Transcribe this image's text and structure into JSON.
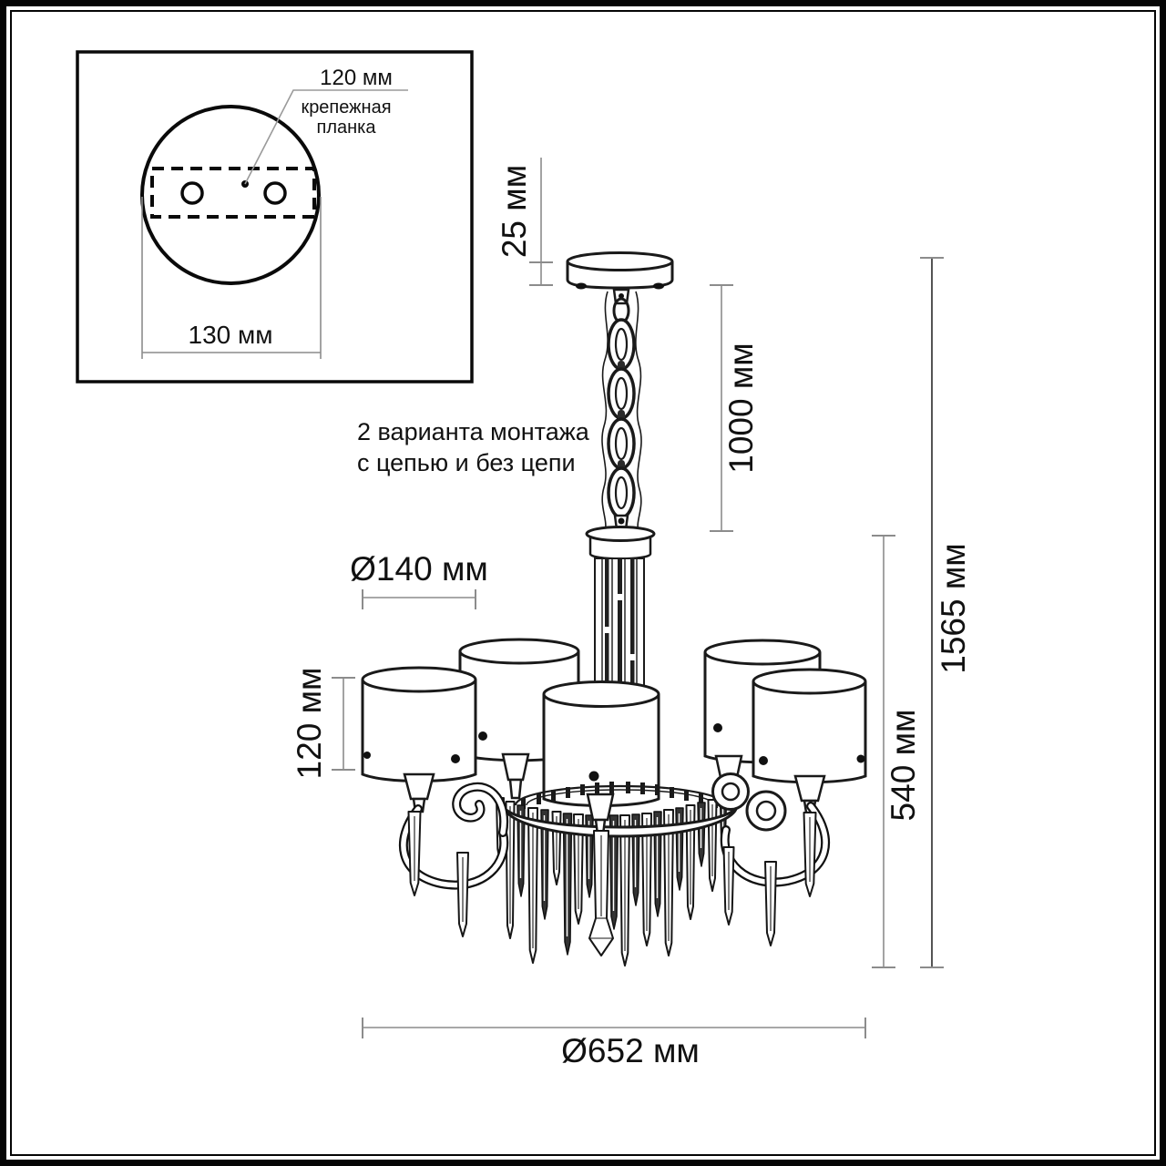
{
  "inset": {
    "hole_spacing_label": "120 мм",
    "plate_label_line1": "крепежная",
    "plate_label_line2": "планка",
    "plate_width_label": "130 мм"
  },
  "note": {
    "line1": "2 варианта монтажа",
    "line2": "с цепью и без цепи"
  },
  "dimensions": {
    "canopy_height": "25 мм",
    "chain_length": "1000 мм",
    "shade_diameter": "Ø140 мм",
    "shade_height": "120 мм",
    "body_height": "540 мм",
    "total_height": "1565 мм",
    "total_diameter": "Ø652 мм"
  },
  "colors": {
    "ink": "#1a1a1a",
    "dimension_line": "#8c8c8c",
    "background": "#ffffff"
  }
}
